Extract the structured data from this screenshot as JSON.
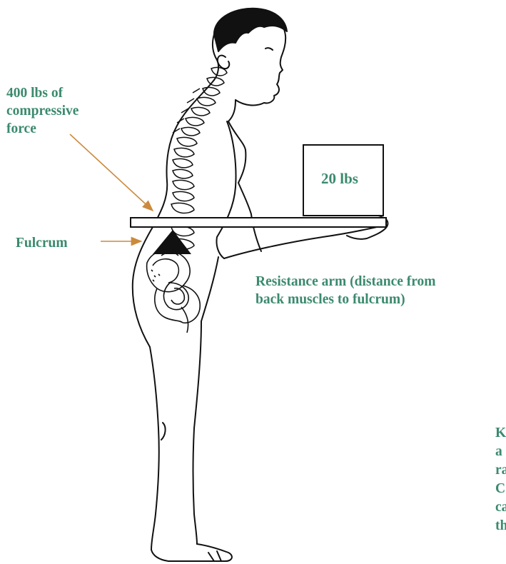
{
  "colors": {
    "label_text": "#3b8a6e",
    "arrow": "#cc8a3c",
    "line_art": "#111111",
    "fulcrum_fill": "#111111"
  },
  "labels": {
    "compressive_force": "400 lbs of\ncompressive\nforce",
    "fulcrum": "Fulcrum",
    "box_weight": "20 lbs",
    "resistance_arm": "Resistance arm (distance from\nback muscles to fulcrum)",
    "cut_off_text": "K\na\nra\nC\nca\nth"
  }
}
